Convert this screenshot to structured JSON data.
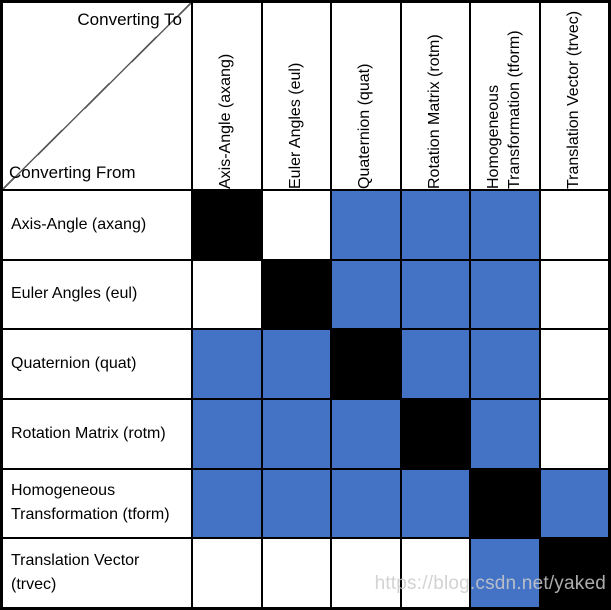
{
  "corner": {
    "top_label": "Converting To",
    "bottom_label": "Converting From"
  },
  "columns": [
    {
      "key": "axang",
      "label": "Axis-Angle (axang)"
    },
    {
      "key": "eul",
      "label": "Euler Angles (eul)"
    },
    {
      "key": "quat",
      "label": "Quaternion (quat)"
    },
    {
      "key": "rotm",
      "label": "Rotation Matrix (rotm)"
    },
    {
      "key": "tform",
      "label": "Homogeneous Transformation (tform)"
    },
    {
      "key": "trvec",
      "label": "Translation Vector (trvec)"
    }
  ],
  "rows": [
    {
      "key": "axang",
      "label": "Axis-Angle (axang)",
      "cells": [
        "black",
        "white",
        "blue",
        "blue",
        "blue",
        "white"
      ]
    },
    {
      "key": "eul",
      "label": "Euler Angles (eul)",
      "cells": [
        "white",
        "black",
        "blue",
        "blue",
        "blue",
        "white"
      ]
    },
    {
      "key": "quat",
      "label": "Quaternion (quat)",
      "cells": [
        "blue",
        "blue",
        "black",
        "blue",
        "blue",
        "white"
      ]
    },
    {
      "key": "rotm",
      "label": "Rotation Matrix (rotm)",
      "cells": [
        "blue",
        "blue",
        "blue",
        "black",
        "blue",
        "white"
      ]
    },
    {
      "key": "tform",
      "label": "Homogeneous Transformation (tform)",
      "cells": [
        "blue",
        "blue",
        "blue",
        "blue",
        "black",
        "blue"
      ]
    },
    {
      "key": "trvec",
      "label": "Translation Vector (trvec)",
      "cells": [
        "white",
        "white",
        "white",
        "white",
        "blue",
        "black"
      ]
    }
  ],
  "colors": {
    "blue": "#4472C4",
    "black": "#000000",
    "white": "#FFFFFF"
  },
  "watermark": {
    "text": "https://blog.csdn.net/yaked"
  }
}
